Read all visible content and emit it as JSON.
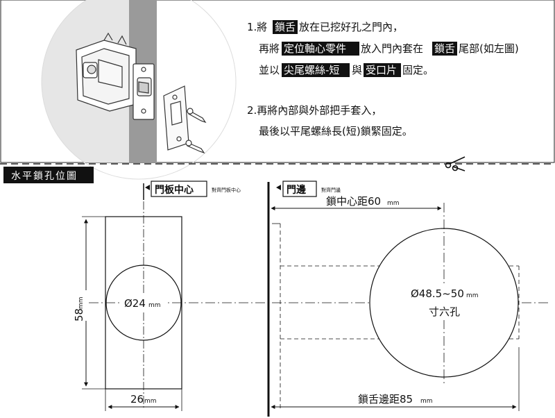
{
  "instructions": {
    "step1": {
      "line1": [
        "1.將",
        "鎖舌",
        "放在已挖好孔之門內，"
      ],
      "line2": [
        "再將",
        "定位軸心零件",
        "放入門內套在",
        "鎖舌",
        "尾部(如左圖)"
      ],
      "line3": [
        "並以",
        "尖尾螺絲-短",
        "與",
        "受口片",
        "固定。"
      ]
    },
    "step2": {
      "line1": "2.再將內部與外部把手套入，",
      "line2": "最後以平尾螺絲長(短)鎖緊固定。"
    }
  },
  "section_label": "水平鎖孔位圖",
  "legend": {
    "door_center": {
      "title": "門板中心",
      "note": "對齊門板中心"
    },
    "door_edge": {
      "title": "門邊",
      "note": "對齊門邊"
    }
  },
  "dimensions": {
    "backset_top": {
      "value": "鎖中心距60",
      "unit": "mm"
    },
    "hole_small": {
      "value": "Ø24",
      "unit": "mm"
    },
    "hole_large": {
      "value": "Ø48.5~50",
      "unit": "mm",
      "note": "寸六孔"
    },
    "height": {
      "value": "58",
      "unit": "mm"
    },
    "width": {
      "value": "26",
      "unit": "mm"
    },
    "backset_bottom": {
      "value": "鎖舌邊距85",
      "unit": "mm"
    }
  },
  "colors": {
    "ink": "#111111",
    "door_gray": "#9a9a9a",
    "circle_bg": "#e9e9e9"
  }
}
